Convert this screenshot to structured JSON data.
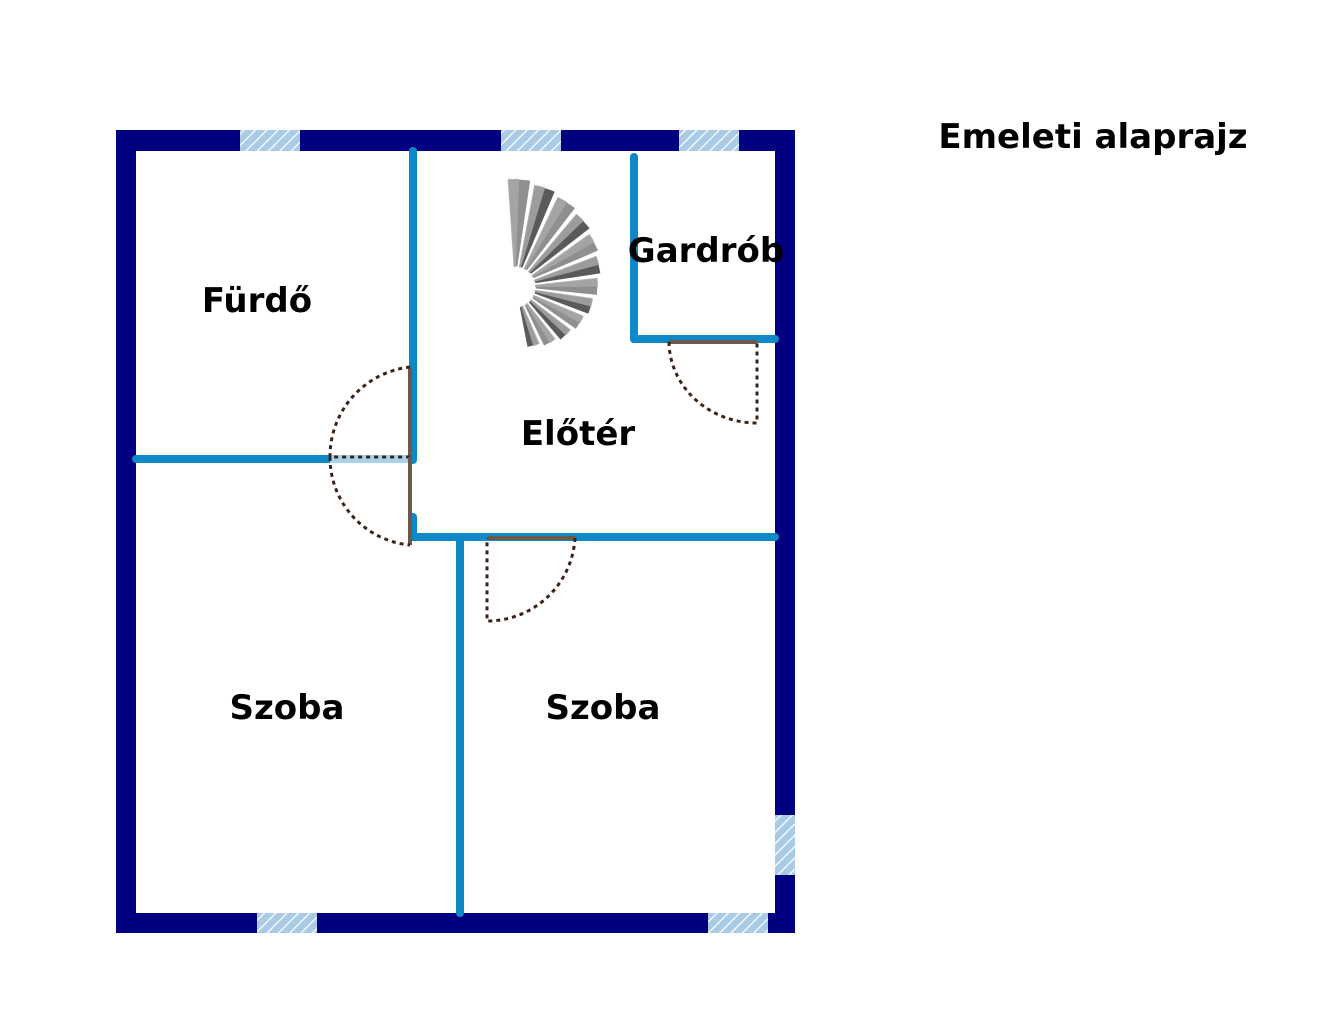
{
  "title": "Emeleti alaprajz",
  "rooms": {
    "bathroom": "Fürdő",
    "hall": "Előtér",
    "wardrobe": "Gardrób",
    "room_left": "Szoba",
    "room_right": "Szoba"
  },
  "colors": {
    "outer_wall": "#000080",
    "inner_wall": "#0f88c8",
    "window": "#a9cbe6",
    "door_leaf": "#6b5a4a",
    "door_swing": "#3a2418",
    "stair_dark": "#555555",
    "stair_light": "#a0a0a0"
  }
}
